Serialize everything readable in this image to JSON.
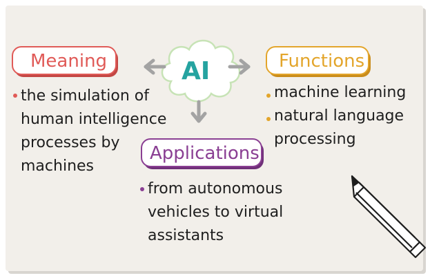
{
  "center": {
    "label": "AI",
    "color": "#25a3a0"
  },
  "colors": {
    "background": "#f2efea",
    "meaning": "#e05a57",
    "functions": "#e3a52b",
    "applications": "#8a3f93",
    "arrow": "#a3a3a3",
    "text": "#1e1e1e",
    "cloud_stroke": "#c7e3b6"
  },
  "meaning": {
    "title": "Meaning",
    "lines": [
      "the simulation of",
      "human intelligence",
      "processes by",
      "machines"
    ]
  },
  "functions": {
    "title": "Functions",
    "items": [
      {
        "lines": [
          "machine learning"
        ]
      },
      {
        "lines": [
          "natural language",
          "processing"
        ]
      }
    ]
  },
  "applications": {
    "title": "Applications",
    "lines": [
      "from autonomous",
      "vehicles to virtual",
      "assistants"
    ]
  },
  "icons": {
    "center_shape": "cloud-icon",
    "decoration": "pencil-icon",
    "arrows": [
      "arrow-left-icon",
      "arrow-right-icon",
      "arrow-down-icon"
    ]
  }
}
